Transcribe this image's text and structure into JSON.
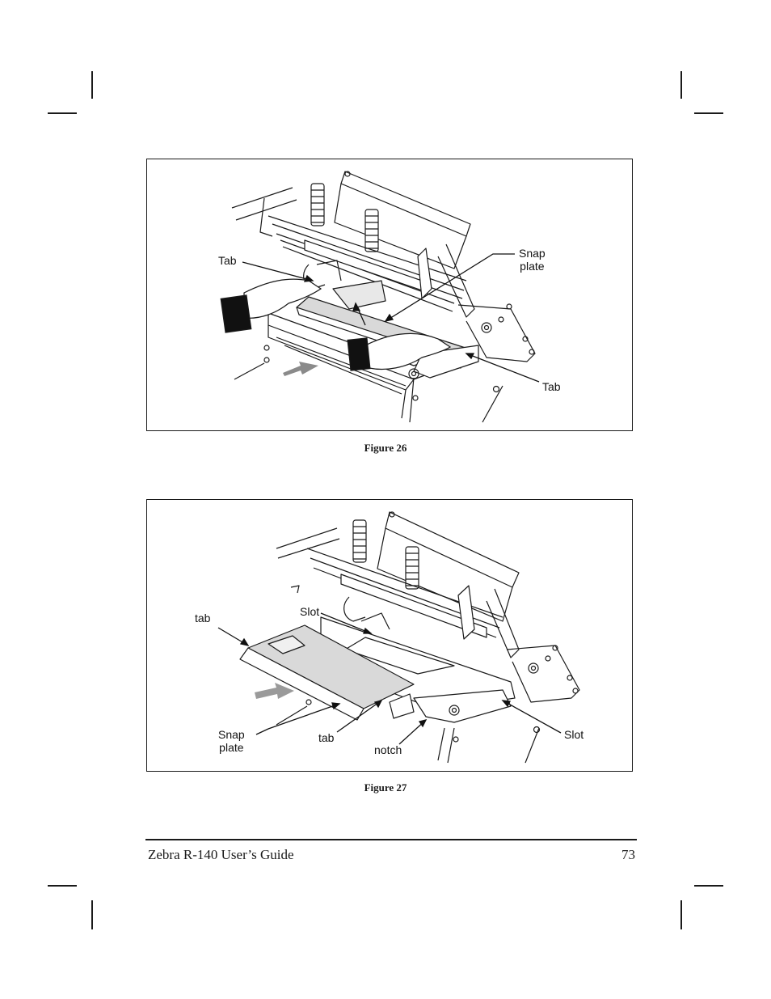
{
  "figure_26": {
    "caption": "Figure 26",
    "callouts": {
      "tab_left": "Tab",
      "snap_plate": "Snap\nplate",
      "tab_right": "Tab"
    }
  },
  "figure_27": {
    "caption": "Figure 27",
    "callouts": {
      "tab_left": "tab",
      "slot_top": "Slot",
      "snap_plate": "Snap\nplate",
      "tab_bottom": "tab",
      "notch": "notch",
      "slot_right": "Slot"
    }
  },
  "footer": {
    "title": "Zebra R-140 User’s Guide",
    "page_number": "73"
  }
}
